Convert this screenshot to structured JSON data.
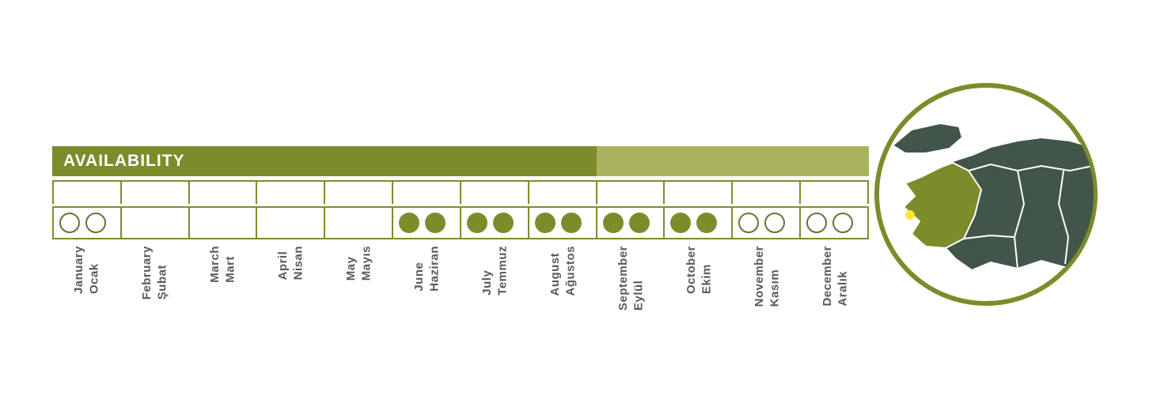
{
  "header": {
    "title": "AVAILABILITY"
  },
  "colors": {
    "bar_dark": "#7d8c2b",
    "bar_light": "#a9b35f",
    "grid_line": "#7d8c2b",
    "marker_filled": "#7d8c2b",
    "marker_outline": "#6d7037",
    "label_text": "#58595b",
    "map_land": "#415649",
    "map_highlight": "#7d8c2b",
    "map_ring": "#7d8c2b",
    "map_dot": "#f2ea3a"
  },
  "months": [
    {
      "en": "January",
      "tr": "Ocak",
      "markers": 2,
      "marker_style": "outline"
    },
    {
      "en": "February",
      "tr": "Şubat",
      "markers": 0,
      "marker_style": "none"
    },
    {
      "en": "March",
      "tr": "Mart",
      "markers": 0,
      "marker_style": "none"
    },
    {
      "en": "April",
      "tr": "Nisan",
      "markers": 0,
      "marker_style": "none"
    },
    {
      "en": "May",
      "tr": "Mayıs",
      "markers": 0,
      "marker_style": "none"
    },
    {
      "en": "June",
      "tr": "Haziran",
      "markers": 2,
      "marker_style": "filled"
    },
    {
      "en": "July",
      "tr": "Temmuz",
      "markers": 2,
      "marker_style": "filled"
    },
    {
      "en": "August",
      "tr": "Ağustos",
      "markers": 2,
      "marker_style": "filled"
    },
    {
      "en": "September",
      "tr": "Eylül",
      "markers": 2,
      "marker_style": "filled"
    },
    {
      "en": "October",
      "tr": "Ekim",
      "markers": 2,
      "marker_style": "filled"
    },
    {
      "en": "November",
      "tr": "Kasım",
      "markers": 2,
      "marker_style": "outline"
    },
    {
      "en": "December",
      "tr": "Aralık",
      "markers": 2,
      "marker_style": "outline"
    }
  ],
  "map": {
    "icon": "turkey-map-icon",
    "highlight": "aegean-region",
    "dot": "location-dot"
  },
  "chart_data": {
    "type": "table",
    "title": "AVAILABILITY",
    "categories": [
      "January / Ocak",
      "February / Şubat",
      "March / Mart",
      "April / Nisan",
      "May / Mayıs",
      "June / Haziran",
      "July / Temmuz",
      "August / Ağustos",
      "September / Eylül",
      "October / Ekim",
      "November / Kasım",
      "December / Aralık"
    ],
    "series": [
      {
        "name": "marker_count",
        "values": [
          2,
          0,
          0,
          0,
          0,
          2,
          2,
          2,
          2,
          2,
          2,
          2
        ]
      },
      {
        "name": "marker_style",
        "values": [
          "outline",
          "none",
          "none",
          "none",
          "none",
          "filled",
          "filled",
          "filled",
          "filled",
          "filled",
          "outline",
          "outline"
        ]
      }
    ],
    "legend_position": "none",
    "grid": true
  }
}
